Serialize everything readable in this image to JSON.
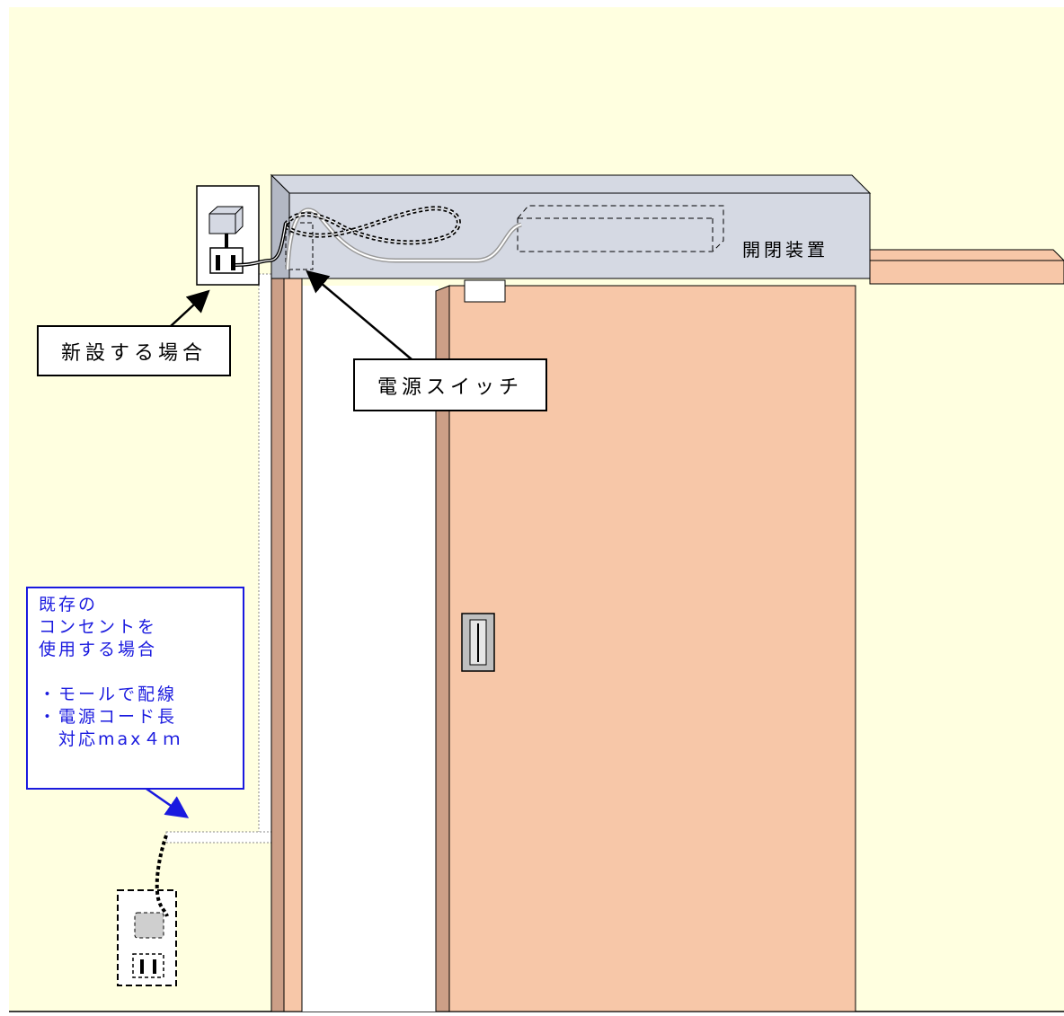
{
  "labels": {
    "new_install": "新設する場合",
    "power_switch": "電源スイッチ",
    "opening_device": "開閉装置"
  },
  "existing_outlet_note": {
    "line1": "既存の",
    "line2": "コンセントを",
    "line3": "使用する場合",
    "bullet1": "・モールで配線",
    "bullet2": "・電源コード長",
    "bullet3": "　対応max４ｍ"
  },
  "colors": {
    "wall": "#ffffe0",
    "door": "#f7c7a8",
    "door_edge": "#cc9f87",
    "header_box": "#d5d9e3",
    "note_blue": "#1a1adf"
  }
}
